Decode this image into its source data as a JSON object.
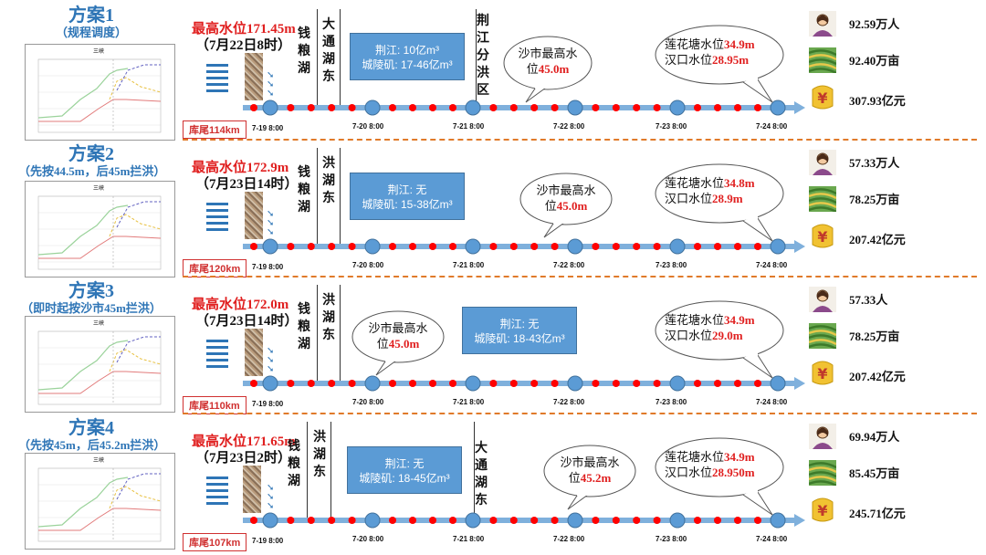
{
  "rows": [
    {
      "title": "方案1",
      "subtitle": "（规程调度）",
      "max_level": "最高水位171.45m",
      "max_date": "（7月22日8时）",
      "kuwei": "库尾114km",
      "lakes": [
        "钱粮湖",
        "大通湖东"
      ],
      "box": [
        "荆江: 10亿m³",
        "城陵矶: 17-46亿m³"
      ],
      "jingjiang_label": "荆江分洪区",
      "shashi": {
        "l1": "沙市最高水",
        "l2a": "位",
        "l2b": "45.0m"
      },
      "lianhua": {
        "l1a": "莲花塘水位",
        "l1b": "34.9m",
        "l2a": "汉口水位",
        "l2b": "28.95m"
      },
      "stats": [
        "92.59万人",
        "92.40万亩",
        "307.93亿元"
      ],
      "ticks": [
        "7-19 8:00",
        "7-20 8:00",
        "7-21 8:00",
        "7-22 8:00",
        "7-23 8:00",
        "7-24 8:00"
      ]
    },
    {
      "title": "方案2",
      "subtitle": "（先按44.5m，后45m拦洪）",
      "max_level": "最高水位172.9m",
      "max_date": "（7月23日14时）",
      "kuwei": "库尾120km",
      "lakes": [
        "钱粮湖",
        "洪湖东"
      ],
      "box": [
        "荆江: 无",
        "城陵矶: 15-38亿m³"
      ],
      "jingjiang_label": "",
      "shashi": {
        "l1": "沙市最高水",
        "l2a": "位",
        "l2b": "45.0m"
      },
      "lianhua": {
        "l1a": "莲花塘水位",
        "l1b": "34.8m",
        "l2a": "汉口水位",
        "l2b": "28.9m"
      },
      "stats": [
        "57.33万人",
        "78.25万亩",
        "207.42亿元"
      ],
      "ticks": [
        "7-19 8:00",
        "7-20 8:00",
        "7-21 8:00",
        "7-22 8:00",
        "7-23 8:00",
        "7-24 8:00"
      ]
    },
    {
      "title": "方案3",
      "subtitle": "（即时起按沙市45m拦洪）",
      "max_level": "最高水位172.0m",
      "max_date": "（7月23日14时）",
      "kuwei": "库尾110km",
      "lakes": [
        "钱粮湖",
        "洪湖东"
      ],
      "box": [
        "荆江: 无",
        "城陵矶: 18-43亿m³"
      ],
      "jingjiang_label": "",
      "shashi": {
        "l1": "沙市最高水",
        "l2a": "位",
        "l2b": "45.0m"
      },
      "lianhua": {
        "l1a": "莲花塘水位",
        "l1b": "34.9m",
        "l2a": "汉口水位",
        "l2b": "29.0m"
      },
      "stats": [
        "57.33人",
        "78.25万亩",
        "207.42亿元"
      ],
      "ticks": [
        "7-19 8:00",
        "7-20 8:00",
        "7-21 8:00",
        "7-22 8:00",
        "7-23 8:00",
        "7-24 8:00"
      ]
    },
    {
      "title": "方案4",
      "subtitle": "（先按45m，后45.2m拦洪）",
      "max_level": "最高水位171.65m",
      "max_date": "（7月23日2时）",
      "kuwei": "库尾107km",
      "lakes": [
        "钱粮湖",
        "洪湖东"
      ],
      "box": [
        "荆江: 无",
        "城陵矶: 18-45亿m³"
      ],
      "jingjiang_label": "大通湖东",
      "shashi": {
        "l1": "沙市最高水",
        "l2a": "位",
        "l2b": "45.2m"
      },
      "lianhua": {
        "l1a": "莲花塘水位",
        "l1b": "34.9m",
        "l2a": "汉口水位",
        "l2b": "28.950m"
      },
      "stats": [
        "69.94万人",
        "85.45万亩",
        "245.71亿元"
      ],
      "ticks": [
        "7-19 8:00",
        "7-20 8:00",
        "7-21 8:00",
        "7-22 8:00",
        "7-23 8:00",
        "7-24 8:00"
      ]
    }
  ],
  "thumb_title": "三峡",
  "colors": {
    "title": "#2e75b6",
    "red": "#e02020",
    "timeline": "#7fb0dc",
    "node": "#5b9bd5",
    "dot": "#ff0000",
    "sep": "#e07a2a"
  }
}
